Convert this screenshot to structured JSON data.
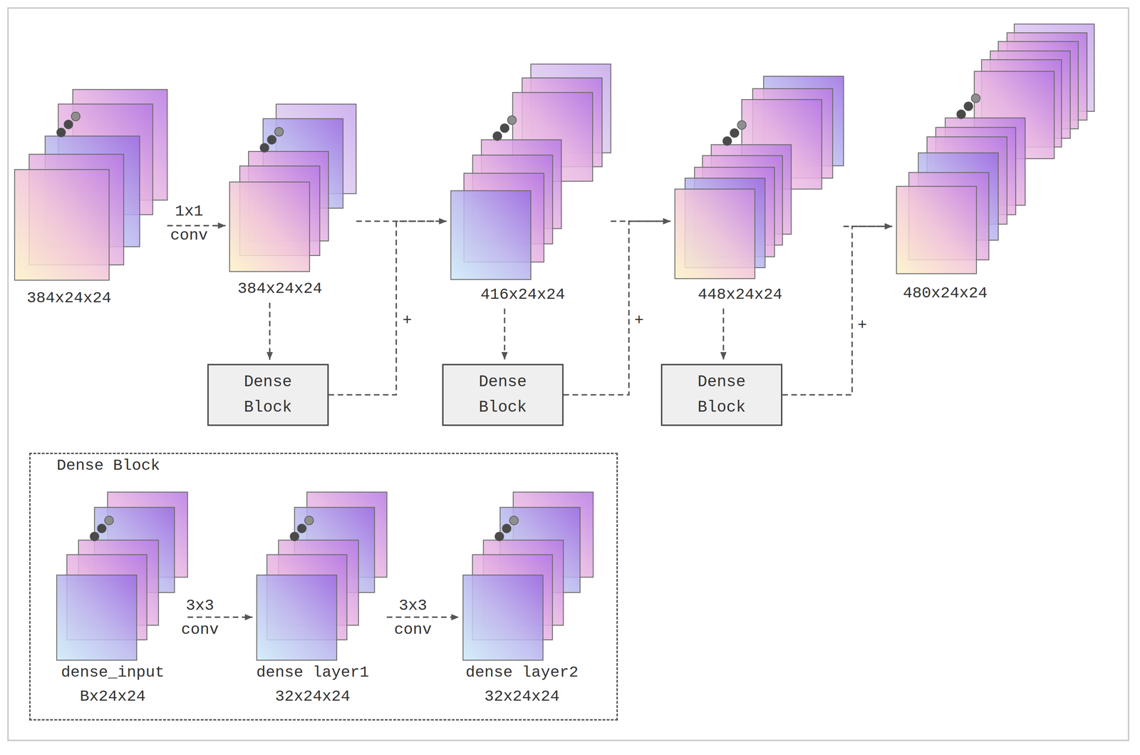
{
  "diagram": {
    "nodes": [
      {
        "text": [
          "384x24x24"
        ]
      },
      {
        "text": [
          "384x24x24"
        ]
      },
      {
        "text": [
          "416x24x24"
        ]
      },
      {
        "text": [
          "448x24x24"
        ]
      },
      {
        "text": [
          "480x24x24"
        ]
      },
      {
        "text": [
          "Dense Block"
        ]
      },
      {
        "text": [
          "Dense Block"
        ]
      },
      {
        "text": [
          "Dense Block"
        ]
      },
      {
        "text": [
          "Dense Block"
        ]
      },
      {
        "text": [
          "dense_input",
          "Bx24x24"
        ],
        "in": 8
      },
      {
        "text": [
          "dense layer1",
          "32x24x24"
        ],
        "in": 8
      },
      {
        "text": [
          "dense layer2",
          "32x24x24"
        ],
        "in": 8
      }
    ],
    "edges": [
      {
        "from": 0,
        "to": 1,
        "arrow": "to",
        "label": "1x1 conv"
      },
      {
        "from": 1,
        "to": 2,
        "arrow": "to"
      },
      {
        "from": 1,
        "to": 5,
        "arrow": "to"
      },
      {
        "from": 5,
        "to": 2,
        "arrow": "to",
        "label": "+"
      },
      {
        "from": 2,
        "to": 3,
        "arrow": "to"
      },
      {
        "from": 2,
        "to": 6,
        "arrow": "to"
      },
      {
        "from": 6,
        "to": 3,
        "arrow": "to",
        "label": "+"
      },
      {
        "from": 3,
        "to": 4,
        "arrow": "to"
      },
      {
        "from": 3,
        "to": 7,
        "arrow": "to"
      },
      {
        "from": 7,
        "to": 4,
        "arrow": "to",
        "label": "+"
      },
      {
        "from": 9,
        "to": 10,
        "arrow": "to",
        "label": "3x3 conv"
      },
      {
        "from": 10,
        "to": 11,
        "arrow": "to",
        "label": "3x3 conv"
      }
    ]
  }
}
